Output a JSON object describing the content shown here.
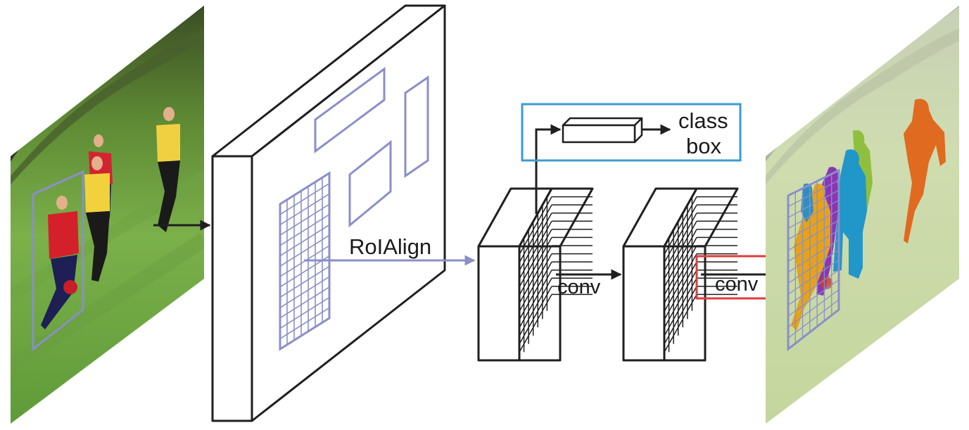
{
  "labels": {
    "roialign": "RoIAlign",
    "conv_1": "conv",
    "conv_2": "conv",
    "head_class": "class",
    "head_box": "box"
  },
  "colors": {
    "stroke": "#1f1f1f",
    "roi": "#8a8fc9",
    "head_box": "#3d9ad1",
    "mask_highlight": "#e03c3c"
  },
  "mask_overlay_colors": [
    "#e6a21a",
    "#8a36b3",
    "#2196c9",
    "#8fbf3f",
    "#e06a1f"
  ],
  "icons": {
    "input_image": "soccer-photo-image",
    "output_image": "segmented-soccer-image"
  }
}
